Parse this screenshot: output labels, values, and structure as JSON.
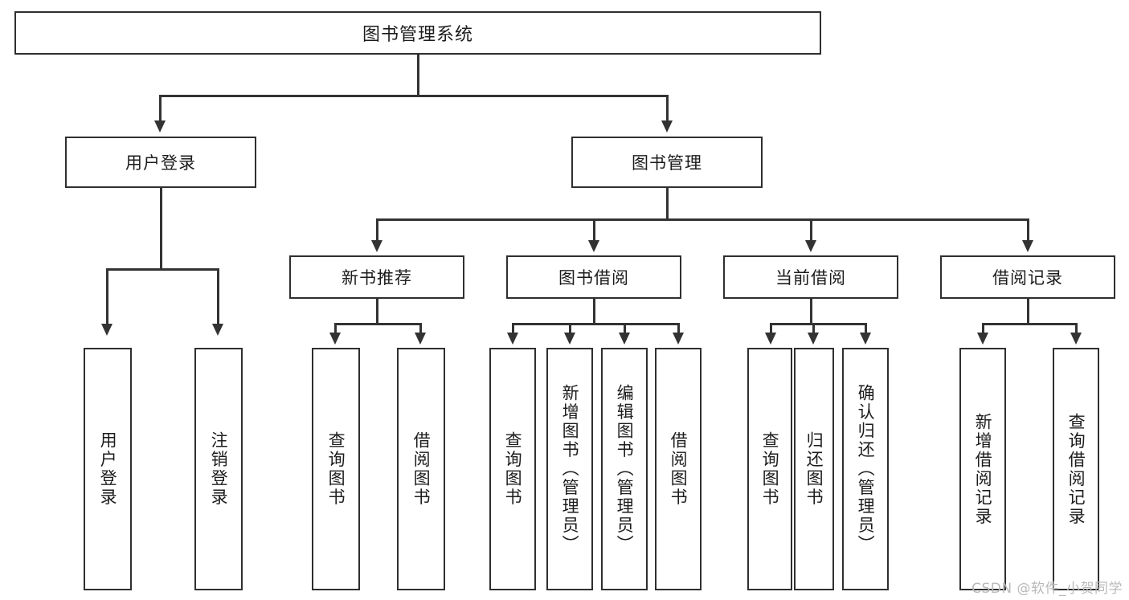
{
  "diagram": {
    "title": "图书管理系统",
    "watermark": "CSDN @软件_小贺同学",
    "levels": {
      "root": {
        "label": "图书管理系统"
      },
      "level2": [
        {
          "label": "用户登录"
        },
        {
          "label": "图书管理"
        }
      ],
      "level3": [
        {
          "label": "新书推荐"
        },
        {
          "label": "图书借阅"
        },
        {
          "label": "当前借阅"
        },
        {
          "label": "借阅记录"
        }
      ],
      "leaves": [
        {
          "label": "用户登录"
        },
        {
          "label": "注销登录"
        },
        {
          "label": "查询图书"
        },
        {
          "label": "借阅图书"
        },
        {
          "label": "查询图书"
        },
        {
          "label": "新增图书（管理员）"
        },
        {
          "label": "编辑图书（管理员）"
        },
        {
          "label": "借阅图书"
        },
        {
          "label": "查询图书"
        },
        {
          "label": "归还图书"
        },
        {
          "label": "确认归还（管理员）"
        },
        {
          "label": "新增借阅记录"
        },
        {
          "label": "查询借阅记录"
        }
      ]
    },
    "colors": {
      "stroke": "#2f2f2f",
      "connector": "#333333",
      "background": "#ffffff",
      "watermark": "#b9b9b9"
    }
  }
}
